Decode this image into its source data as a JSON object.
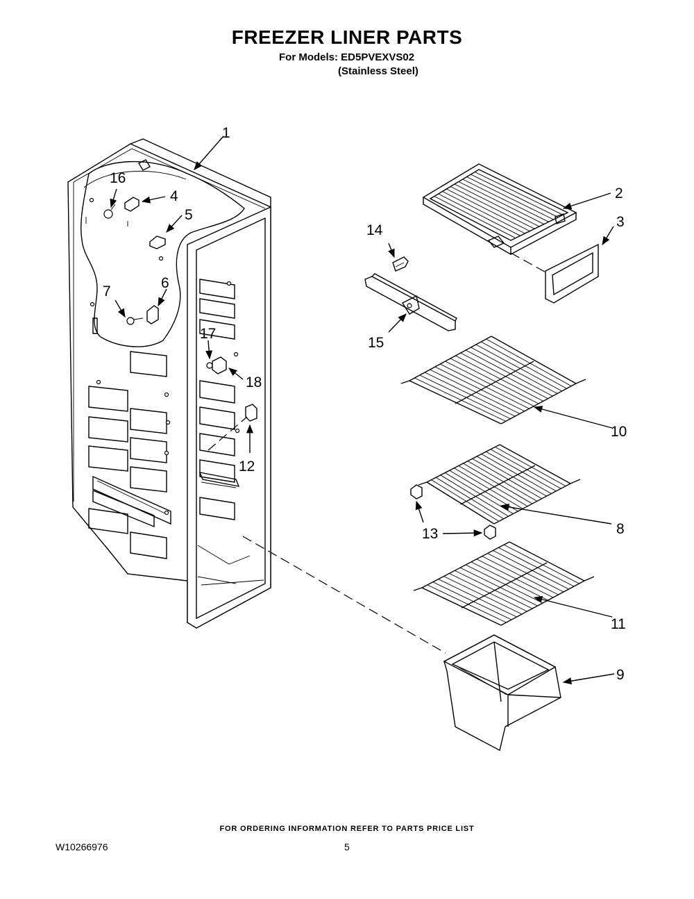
{
  "header": {
    "title": "FREEZER LINER PARTS",
    "models": "For Models: ED5PVEXVS02",
    "finish": "(Stainless Steel)"
  },
  "callouts": [
    "1",
    "2",
    "3",
    "4",
    "5",
    "6",
    "7",
    "8",
    "9",
    "10",
    "11",
    "12",
    "13",
    "14",
    "15",
    "16",
    "17",
    "18"
  ],
  "footer": {
    "order_info": "FOR ORDERING INFORMATION REFER TO PARTS PRICE LIST",
    "doc_number": "W10266976",
    "page_number": "5"
  }
}
